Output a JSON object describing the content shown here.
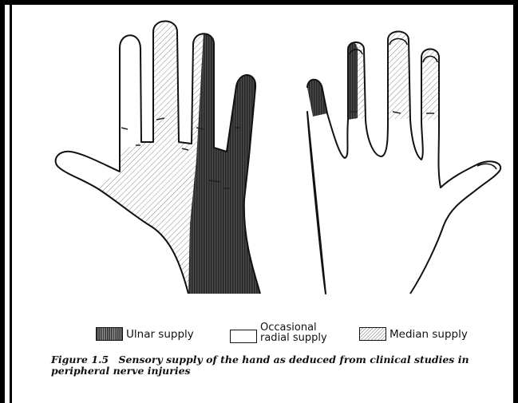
{
  "figure": {
    "caption_number": "Figure 1.5",
    "caption_text": "Sensory supply of the hand as deduced from clinical studies in peripheral nerve injuries"
  },
  "legend": {
    "ulnar": "Ulnar supply",
    "radial_line1": "Occasional",
    "radial_line2": "radial supply",
    "median": "Median supply"
  },
  "colors": {
    "frame": "#000000",
    "ink": "#111111",
    "ulnar_fill": "#3a3a3a",
    "median_hatch": "#9a9a9a"
  }
}
